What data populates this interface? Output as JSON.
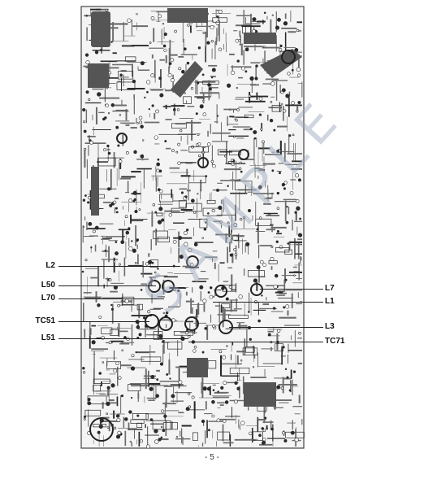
{
  "board": {
    "colors": {
      "trace": "#6c6c6c",
      "dark": "#2a2a2a",
      "background": "#ffffff",
      "watermark": "#96a5b9"
    }
  },
  "watermark": {
    "text": "SAMPLE"
  },
  "callouts": {
    "left": [
      "L2",
      "L50",
      "L70",
      "TC51",
      "L51"
    ],
    "right": [
      "L7",
      "L1",
      "L3",
      "TC71"
    ]
  },
  "page": {
    "number": "- 5 -"
  }
}
